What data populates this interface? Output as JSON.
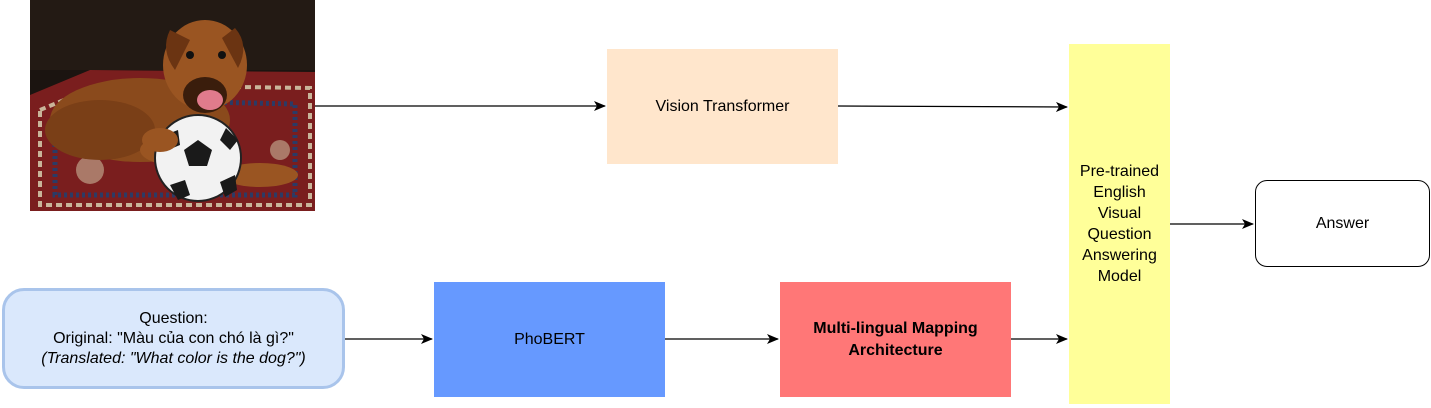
{
  "nodes": {
    "vision_transformer": "Vision Transformer",
    "vqa_model": [
      "Pre-trained",
      "English",
      "Visual",
      "Question",
      "Answering",
      "Model"
    ],
    "answer": "Answer",
    "question": {
      "line1": "Question:",
      "line2": "Original: \"Màu của con chó là gì?\"",
      "line3": "(Translated: \"What color is the dog?\")"
    },
    "phobert": "PhoBERT",
    "mapping": [
      "Multi-lingual Mapping",
      "Architecture"
    ]
  },
  "image": {
    "subject": "dog lying on a red patterned rug with a soccer ball"
  },
  "colors": {
    "vision_transformer": "#ffe6cc",
    "vqa_model": "#ffff99",
    "question_fill": "#dae8fc",
    "question_border": "#a9c4eb",
    "phobert": "#6699ff",
    "mapping": "#ff7777",
    "arrow": "#000000"
  }
}
